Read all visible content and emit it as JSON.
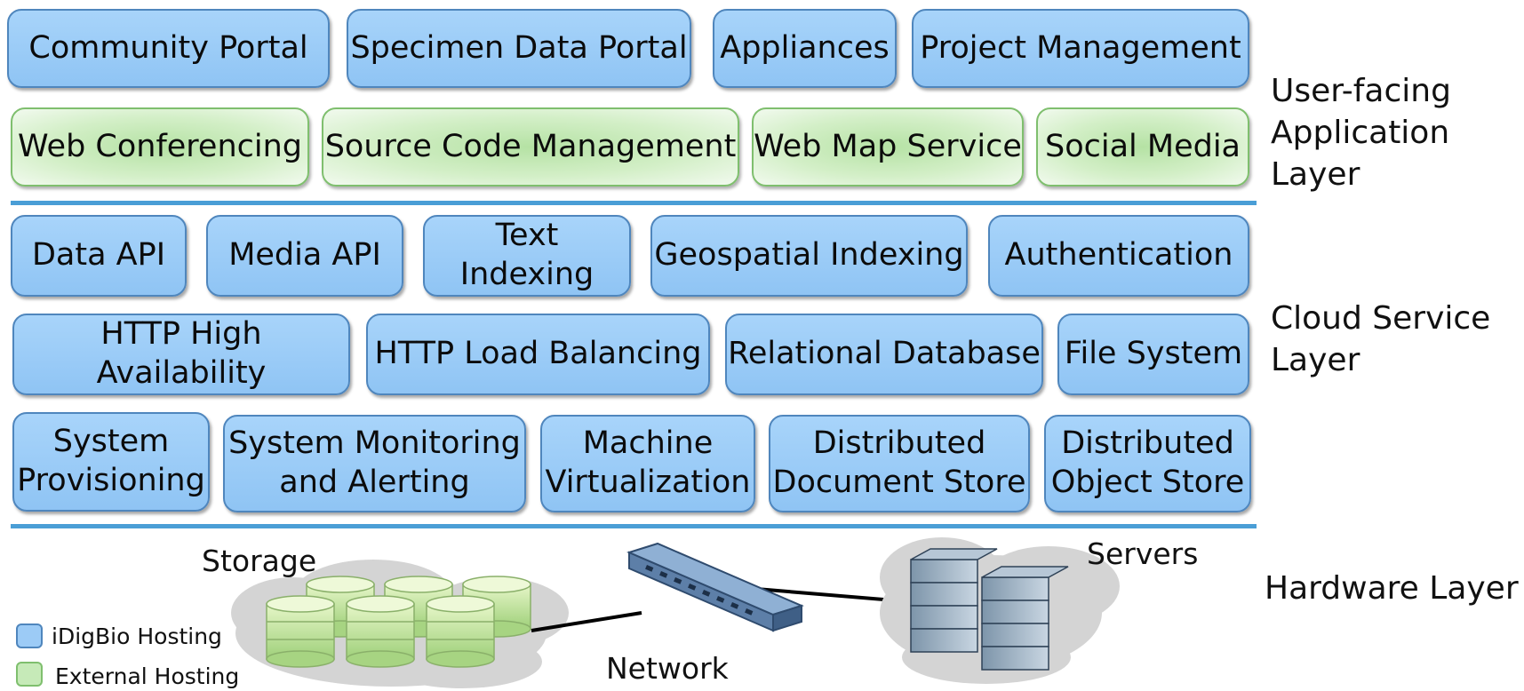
{
  "layers": {
    "application": "User-facing\nApplication Layer",
    "cloud": "Cloud Service\nLayer",
    "hardware": "Hardware Layer"
  },
  "application_rows": [
    [
      "Community Portal",
      "Specimen Data Portal",
      "Appliances",
      "Project Management"
    ],
    [
      "Web Conferencing",
      "Source Code Management",
      "Web Map Service",
      "Social Media"
    ]
  ],
  "cloud_rows": [
    [
      "Data API",
      "Media API",
      "Text Indexing",
      "Geospatial Indexing",
      "Authentication"
    ],
    [
      "HTTP High Availability",
      "HTTP Load Balancing",
      "Relational Database",
      "File System"
    ],
    [
      "System\nProvisioning",
      "System Monitoring\nand Alerting",
      "Machine\nVirtualization",
      "Distributed\nDocument Store",
      "Distributed\nObject Store"
    ]
  ],
  "hardware": {
    "storage": "Storage",
    "network": "Network",
    "servers": "Servers"
  },
  "legend": [
    {
      "label": "iDigBio Hosting",
      "color": "#9ccbf6"
    },
    {
      "label": "External Hosting",
      "color": "#c6eab8"
    }
  ]
}
